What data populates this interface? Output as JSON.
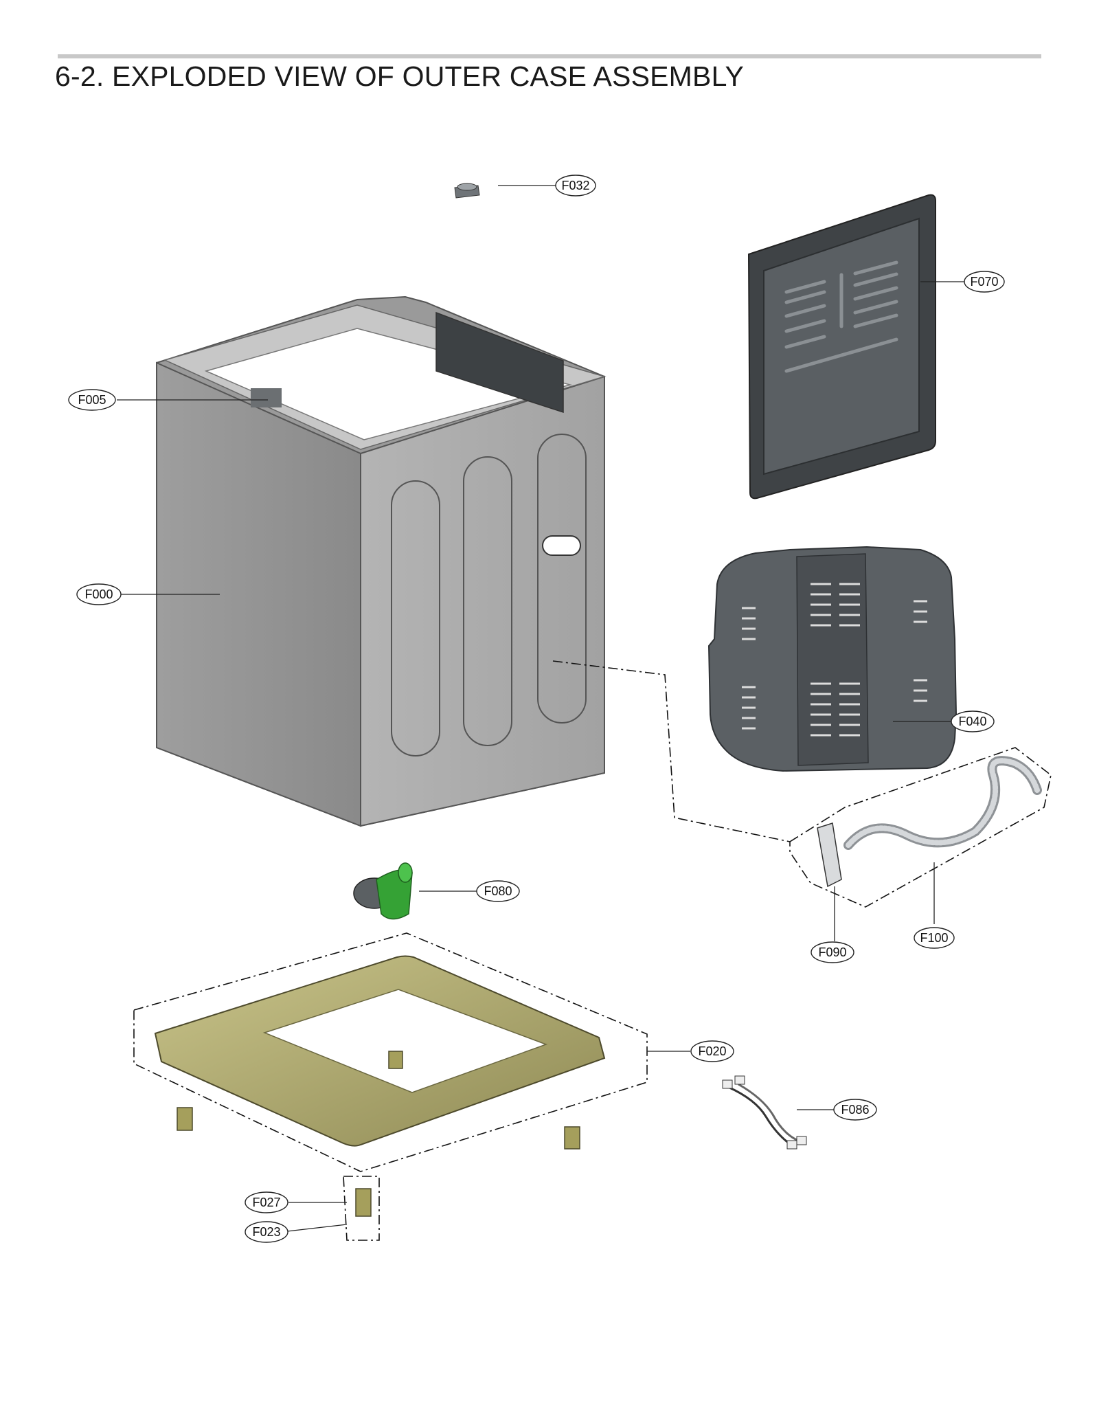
{
  "title": "6-2. EXPLODED VIEW OF OUTER CASE ASSEMBLY",
  "callouts": {
    "F032": "F032",
    "F070": "F070",
    "F005": "F005",
    "F000": "F000",
    "F040": "F040",
    "F080": "F080",
    "F090": "F090",
    "F100": "F100",
    "F020": "F020",
    "F086": "F086",
    "F027": "F027",
    "F023": "F023"
  },
  "colors": {
    "cabinet": "#a9a9a9",
    "cabinet_dark": "#8c8c8c",
    "panel": "#4a4f53",
    "base": "#b5b17a",
    "pump": "#3aa13a",
    "leader": "#222222"
  }
}
